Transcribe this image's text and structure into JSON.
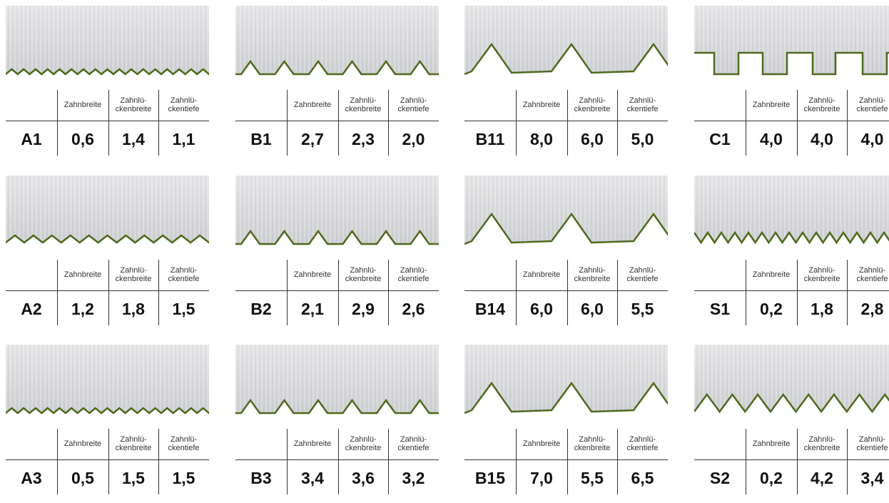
{
  "column_headers": {
    "tooth_width": "Zahnbreite",
    "gap_width": "Zahnlü-\nckenbreite",
    "gap_depth": "Zahnlü-\nckentiefe"
  },
  "colors": {
    "blade_gradient_top": "#e6e6e8",
    "blade_gradient_bottom": "#cfd0d3",
    "edge_green": "#4e6a1e"
  },
  "profiles": [
    {
      "code": "A1",
      "tooth_width": "0,6",
      "gap_width": "1,4",
      "gap_depth": "1,1",
      "shape": "fine-zigzag"
    },
    {
      "code": "B1",
      "tooth_width": "2,7",
      "gap_width": "2,3",
      "gap_depth": "2,0",
      "shape": "triangle-teeth"
    },
    {
      "code": "B11",
      "tooth_width": "8,0",
      "gap_width": "6,0",
      "gap_depth": "5,0",
      "shape": "large-triangle-teeth"
    },
    {
      "code": "C1",
      "tooth_width": "4,0",
      "gap_width": "4,0",
      "gap_depth": "4,0",
      "shape": "square-teeth"
    },
    {
      "code": "A2",
      "tooth_width": "1,2",
      "gap_width": "1,8",
      "gap_depth": "1,5",
      "shape": "zigzag"
    },
    {
      "code": "B2",
      "tooth_width": "2,1",
      "gap_width": "2,9",
      "gap_depth": "2,6",
      "shape": "triangle-teeth"
    },
    {
      "code": "B14",
      "tooth_width": "6,0",
      "gap_width": "6,0",
      "gap_depth": "5,5",
      "shape": "large-triangle-teeth"
    },
    {
      "code": "S1",
      "tooth_width": "0,2",
      "gap_width": "1,8",
      "gap_depth": "2,8",
      "shape": "fine-spike-teeth"
    },
    {
      "code": "A3",
      "tooth_width": "0,5",
      "gap_width": "1,5",
      "gap_depth": "1,5",
      "shape": "fine-zigzag"
    },
    {
      "code": "B3",
      "tooth_width": "3,4",
      "gap_width": "3,6",
      "gap_depth": "3,2",
      "shape": "triangle-teeth"
    },
    {
      "code": "B15",
      "tooth_width": "7,0",
      "gap_width": "5,5",
      "gap_depth": "6,5",
      "shape": "large-triangle-teeth"
    },
    {
      "code": "S2",
      "tooth_width": "0,2",
      "gap_width": "4,2",
      "gap_depth": "3,4",
      "shape": "spike-teeth"
    }
  ]
}
